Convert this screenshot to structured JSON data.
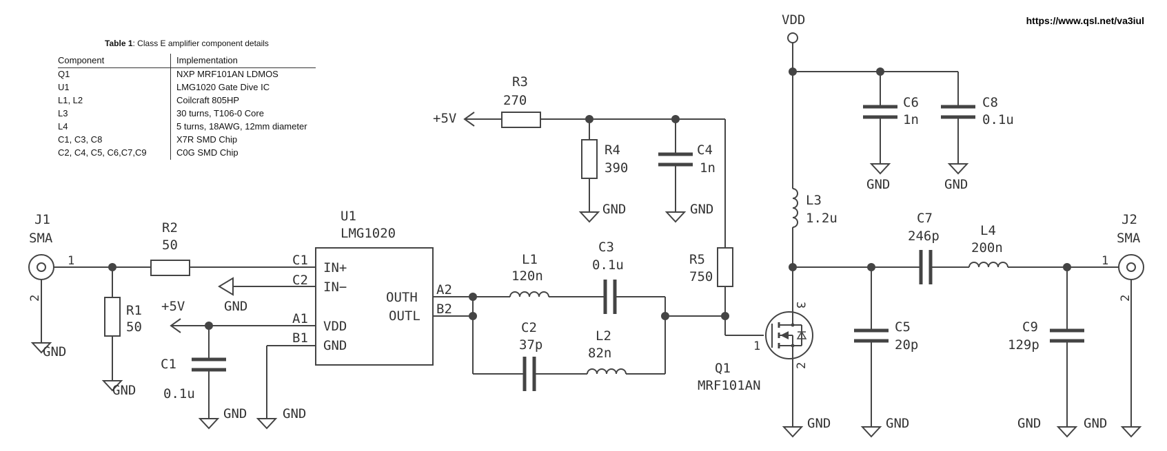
{
  "url": "https://www.qsl.net/va3iul",
  "table": {
    "caption_bold": "Table 1",
    "caption_rest": ": Class E amplifier component details",
    "headers": [
      "Component",
      "Implementation"
    ],
    "rows": [
      [
        "Q1",
        "NXP MRF101AN LDMOS"
      ],
      [
        "U1",
        "LMG1020 Gate Dive IC"
      ],
      [
        "L1, L2",
        "Coilcraft 805HP"
      ],
      [
        "L3",
        "30 turns, T106-0 Core"
      ],
      [
        "L4",
        "5 turns, 18AWG, 12mm diameter"
      ],
      [
        "C1, C3, C8",
        "X7R SMD Chip"
      ],
      [
        "C2, C4, C5, C6,C7,C9",
        "C0G SMD Chip"
      ]
    ]
  },
  "schematic": {
    "vdd": "VDD",
    "gnd": "GND",
    "p5v": "+5V",
    "j1": {
      "ref": "J1",
      "value": "SMA",
      "pin1": "1",
      "pin2": "2"
    },
    "j2": {
      "ref": "J2",
      "value": "SMA",
      "pin1": "1",
      "pin2": "2"
    },
    "r1": {
      "ref": "R1",
      "value": "50"
    },
    "r2": {
      "ref": "R2",
      "value": "50"
    },
    "r3": {
      "ref": "R3",
      "value": "270"
    },
    "r4": {
      "ref": "R4",
      "value": "390"
    },
    "r5": {
      "ref": "R5",
      "value": "750"
    },
    "c1": {
      "ref": "C1",
      "value": "0.1u"
    },
    "c2": {
      "ref": "C2",
      "value": "37p"
    },
    "c3": {
      "ref": "C3",
      "value": "0.1u"
    },
    "c4": {
      "ref": "C4",
      "value": "1n"
    },
    "c5": {
      "ref": "C5",
      "value": "20p"
    },
    "c6": {
      "ref": "C6",
      "value": "1n"
    },
    "c7": {
      "ref": "C7",
      "value": "246p"
    },
    "c8": {
      "ref": "C8",
      "value": "0.1u"
    },
    "c9": {
      "ref": "C9",
      "value": "129p"
    },
    "l1": {
      "ref": "L1",
      "value": "120n"
    },
    "l2": {
      "ref": "L2",
      "value": "82n"
    },
    "l3": {
      "ref": "L3",
      "value": "1.2u"
    },
    "l4": {
      "ref": "L4",
      "value": "200n"
    },
    "q1": {
      "ref": "Q1",
      "value": "MRF101AN",
      "pin1": "1",
      "pin2": "2",
      "pin3": "3"
    },
    "u1": {
      "ref": "U1",
      "value": "LMG1020",
      "pins": {
        "c1": "C1",
        "c2": "C2",
        "a1": "A1",
        "b1": "B1",
        "a2": "A2",
        "b2": "B2",
        "inp": "IN+",
        "inn": "IN−",
        "vdd": "VDD",
        "gnd": "GND",
        "outh": "OUTH",
        "outl": "OUTL"
      }
    }
  }
}
